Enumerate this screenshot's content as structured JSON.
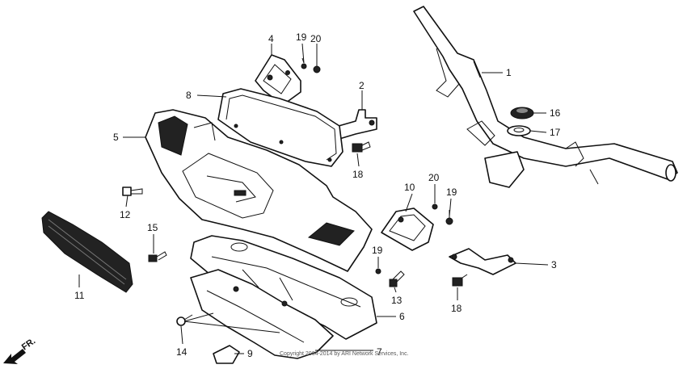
{
  "callouts": [
    {
      "id": "1",
      "label": "1"
    },
    {
      "id": "2",
      "label": "2"
    },
    {
      "id": "3",
      "label": "3"
    },
    {
      "id": "4",
      "label": "4"
    },
    {
      "id": "5",
      "label": "5"
    },
    {
      "id": "6",
      "label": "6"
    },
    {
      "id": "7",
      "label": "7"
    },
    {
      "id": "8",
      "label": "8"
    },
    {
      "id": "9",
      "label": "9"
    },
    {
      "id": "10",
      "label": "10"
    },
    {
      "id": "11",
      "label": "11"
    },
    {
      "id": "12",
      "label": "12"
    },
    {
      "id": "13",
      "label": "13"
    },
    {
      "id": "14",
      "label": "14"
    },
    {
      "id": "15",
      "label": "15"
    },
    {
      "id": "16",
      "label": "16"
    },
    {
      "id": "17",
      "label": "17"
    },
    {
      "id": "18a",
      "label": "18"
    },
    {
      "id": "18b",
      "label": "18"
    },
    {
      "id": "19a",
      "label": "19"
    },
    {
      "id": "19b",
      "label": "19"
    },
    {
      "id": "19c",
      "label": "19"
    },
    {
      "id": "20a",
      "label": "20"
    },
    {
      "id": "20b",
      "label": "20"
    }
  ],
  "direction_label": "FR.",
  "copyright": "Copyright 2004-2014 by ARI Network Services, Inc."
}
